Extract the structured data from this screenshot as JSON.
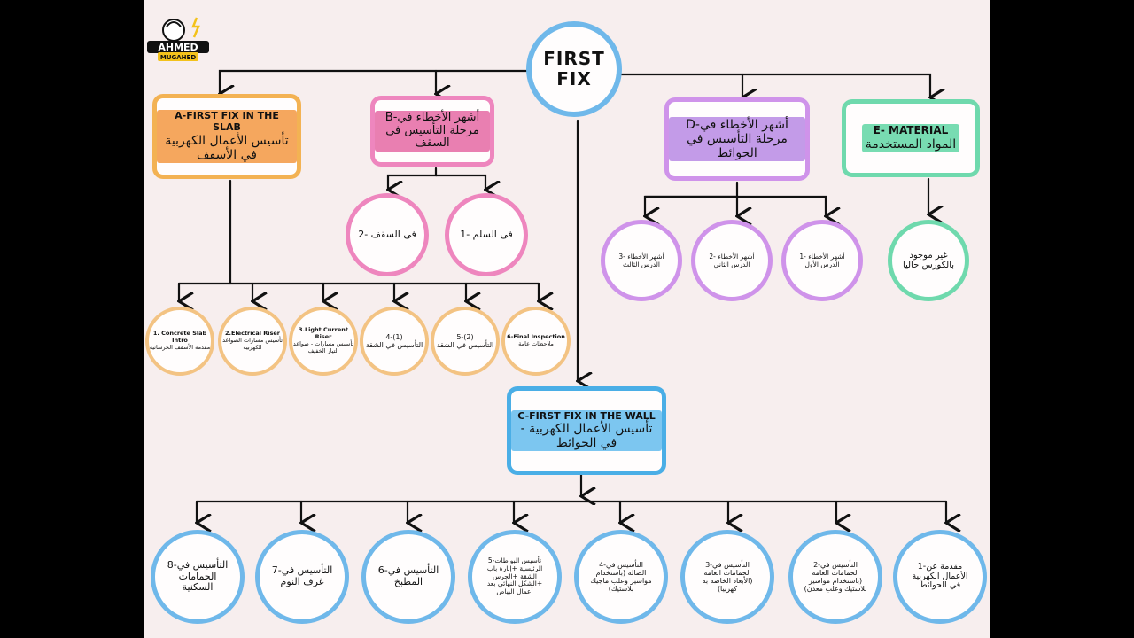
{
  "logo": {
    "line1": "AHMED",
    "line2": "MUGAHED"
  },
  "root": {
    "line1": "FIRST",
    "line2": "FIX"
  },
  "colors": {
    "orange": "#f3b253",
    "pink": "#ee86be",
    "purple": "#cf93ea",
    "green": "#6fd9ad",
    "blue": "#6fb8ea",
    "line": "#111111"
  },
  "branches": {
    "a": {
      "en": "A-FIRST FIX IN THE SLAB",
      "ar": "تأسيس الأعمال الكهربية في الأسقف"
    },
    "b": {
      "ar": "B-أشهر الأخطاء في مرحلة التأسيس في السقف"
    },
    "c": {
      "en": "C-FIRST FIX IN THE WALL",
      "ar": "- تأسيس الأعمال الكهربية في الحوائط"
    },
    "d": {
      "ar": "D-أشهر الأخطاء في مرحلة التأسيس في الحوائط"
    },
    "e": {
      "en": "E- MATERIAL",
      "ar": "المواد المستخدمة"
    }
  },
  "b_children": [
    "2- فى السقف",
    "1- فى السلم"
  ],
  "d_children": [
    {
      "l1": "3- أشهر الأخطاء",
      "l2": "الدرس الثالث"
    },
    {
      "l1": "2- أشهر الأخطاء",
      "l2": "الدرس الثاني"
    },
    {
      "l1": "1- أشهر الأخطاء",
      "l2": "الدرس الأول"
    }
  ],
  "e_child": "غير موجود بالكورس حاليا",
  "a_children": [
    {
      "en": "1. Concrete Slab Intro",
      "ar": "مقدمة الأسقف الخرسانية"
    },
    {
      "en": "2.Electrical Riser",
      "ar": "تأسيس مسارات الصواعد الكهربية"
    },
    {
      "en": "3.Light Current Riser",
      "ar": "تأسيس مسارات - صواعد التيار الخفيف"
    },
    {
      "en": "4-(1)",
      "ar": "التأسيس في الشقة"
    },
    {
      "en": "5-(2)",
      "ar": "التأسيس في الشقة"
    },
    {
      "en": "6-Final Inspection",
      "ar": "ملاحظات عامة"
    }
  ],
  "c_children": [
    "8-التأسيس في الحمامات السكنية",
    "7-التأسيس في غرف النوم",
    "6-التأسيس في المطبخ",
    "5-تأسيس البواطات الرئيسية +إنارة باب الشقة +الجرس +الشكل النهائي بعد أعمال البياض",
    "4-التأسيس في الصالة (باستخدام مواسير وعلب ماجيك بلاستيك)",
    "3-التأسيس في الحمامات العامة (الأبعاد الخاصة به كهربيا)",
    "2-التأسيس في الحمامات العامة (باستخدام مواسير بلاستيك وعلب معدن)",
    "1-مقدمة عن الأعمال الكهربية في الحوائط"
  ]
}
